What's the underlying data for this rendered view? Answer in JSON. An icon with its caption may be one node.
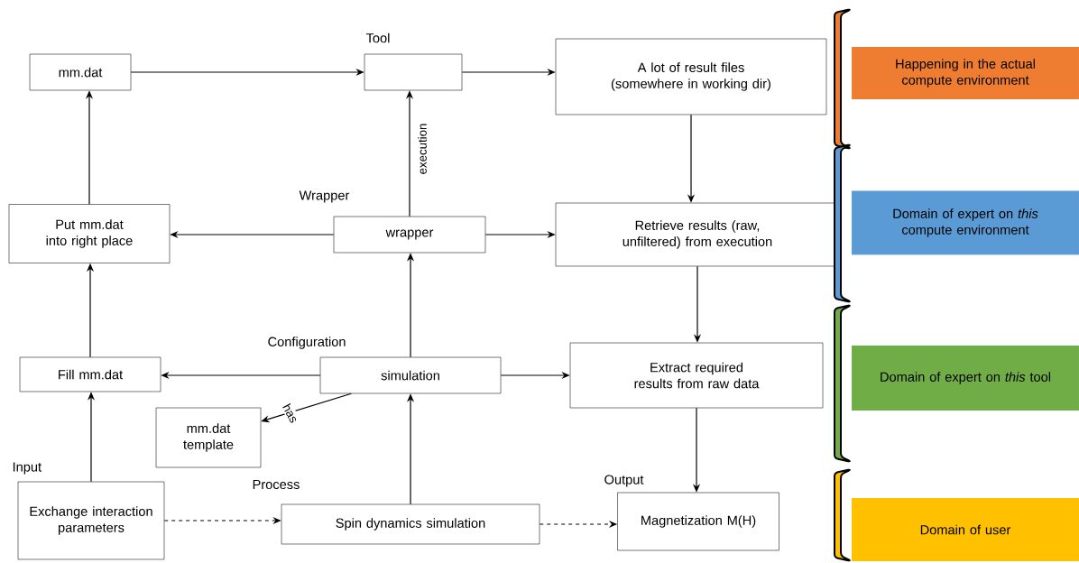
{
  "diagram": {
    "nodes": [
      {
        "text": [
          "mm.dat"
        ]
      },
      {
        "text": [],
        "shape": "box",
        "beside": [
          "Tool"
        ]
      },
      {
        "text": [
          "A lot of result files (somewhere in working dir)"
        ]
      },
      {
        "text": [
          "Put mm.dat into right place"
        ]
      },
      {
        "text": [
          "wrapper"
        ],
        "beside": [
          "Wrapper"
        ]
      },
      {
        "text": [
          "Retrieve results (raw, unfiltered) from execution"
        ]
      },
      {
        "text": [
          "Fill mm.dat"
        ]
      },
      {
        "text": [
          "simulation"
        ],
        "beside": [
          "Configuration"
        ]
      },
      {
        "text": [
          "Extract required results from raw data"
        ]
      },
      {
        "text": [
          "mm.dat template"
        ]
      },
      {
        "text": [
          "Exchange interaction parameters"
        ],
        "beside": [
          "Input"
        ]
      },
      {
        "text": [
          "Spin dynamics simulation"
        ],
        "beside": [
          "Process"
        ]
      },
      {
        "text": [
          "Magnetization M(H)"
        ],
        "beside": [
          "Output"
        ]
      },
      {
        "text": [
          "Happening in the actual compute environment"
        ]
      },
      {
        "text": [
          "Domain of expert on *this* compute environment"
        ]
      },
      {
        "text": [
          "Domain of expert on *this* tool"
        ]
      },
      {
        "text": [
          "Domain of user"
        ]
      }
    ],
    "edges": [
      {
        "from": 0,
        "to": 1,
        "arrow": "to"
      },
      {
        "from": 1,
        "to": 2,
        "arrow": "to"
      },
      {
        "from": 2,
        "to": 5,
        "arrow": "to"
      },
      {
        "from": 5,
        "to": 8,
        "arrow": "to"
      },
      {
        "from": 8,
        "to": 12,
        "arrow": "to"
      },
      {
        "from": 4,
        "to": 1,
        "arrow": "to",
        "label": "execution"
      },
      {
        "from": 4,
        "to": 3,
        "arrow": "to"
      },
      {
        "from": 4,
        "to": 5,
        "arrow": "to"
      },
      {
        "from": 7,
        "to": 4,
        "arrow": "to"
      },
      {
        "from": 7,
        "to": 6,
        "arrow": "to"
      },
      {
        "from": 7,
        "to": 8,
        "arrow": "to"
      },
      {
        "from": 7,
        "to": 9,
        "arrow": "to",
        "label": "has"
      },
      {
        "from": 11,
        "to": 7,
        "arrow": "to"
      },
      {
        "from": 6,
        "to": 3,
        "arrow": "to"
      },
      {
        "from": 3,
        "to": 0,
        "arrow": "to"
      },
      {
        "from": 10,
        "to": 6,
        "arrow": "to"
      },
      {
        "from": 10,
        "to": 11,
        "arrow": "to",
        "style": "dashed"
      },
      {
        "from": 11,
        "to": 12,
        "arrow": "to",
        "style": "dashed"
      }
    ]
  }
}
